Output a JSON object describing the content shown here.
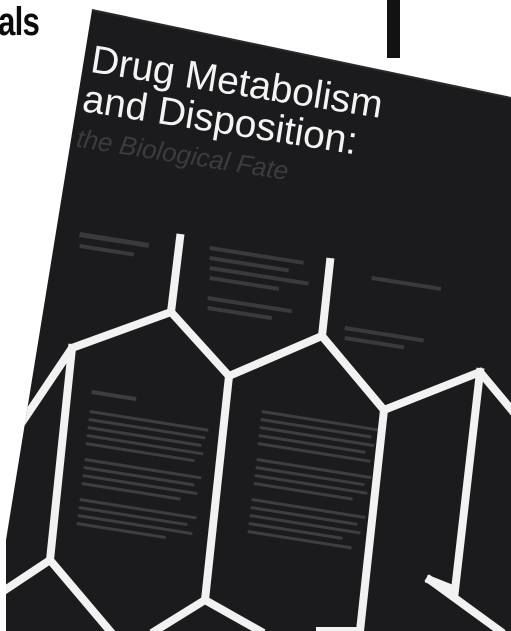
{
  "heading_fragment": "als",
  "cover": {
    "title_line1": "Drug Metabolism",
    "title_line2": "and Disposition:",
    "subtitle": "the Biological Fate"
  },
  "colors": {
    "background": "#ffffff",
    "cover": "#1b1b1d",
    "ink": "#0b0b0b",
    "lines": "#f2f2f2",
    "faint_text": "#3c3c40"
  }
}
